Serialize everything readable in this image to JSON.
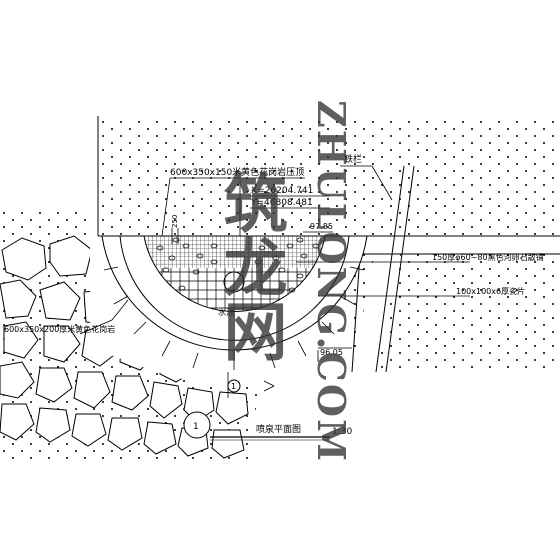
{
  "labels": {
    "top_paving": "600x350x150米黄色花岗岩压顶",
    "railing": "铁栏",
    "coord_x": "X=26204.741",
    "coord_y": "Y=46808.481",
    "dim_left": "250",
    "elevation_top": "97.85",
    "river_stone": "150厚φ60~80黑色河卵石散铺",
    "tiles": "100x100x6厚瓷片",
    "side_paving": "600x350x200厚米黄色花岗岩",
    "pool": "水池",
    "elevation_bottom": "96.05",
    "section_mark": "1"
  },
  "title": {
    "number": "1",
    "text": "喷泉平面图",
    "scale": "1:30"
  },
  "watermark": {
    "cn": "筑龙网",
    "en": "ZHULONG.COM"
  }
}
